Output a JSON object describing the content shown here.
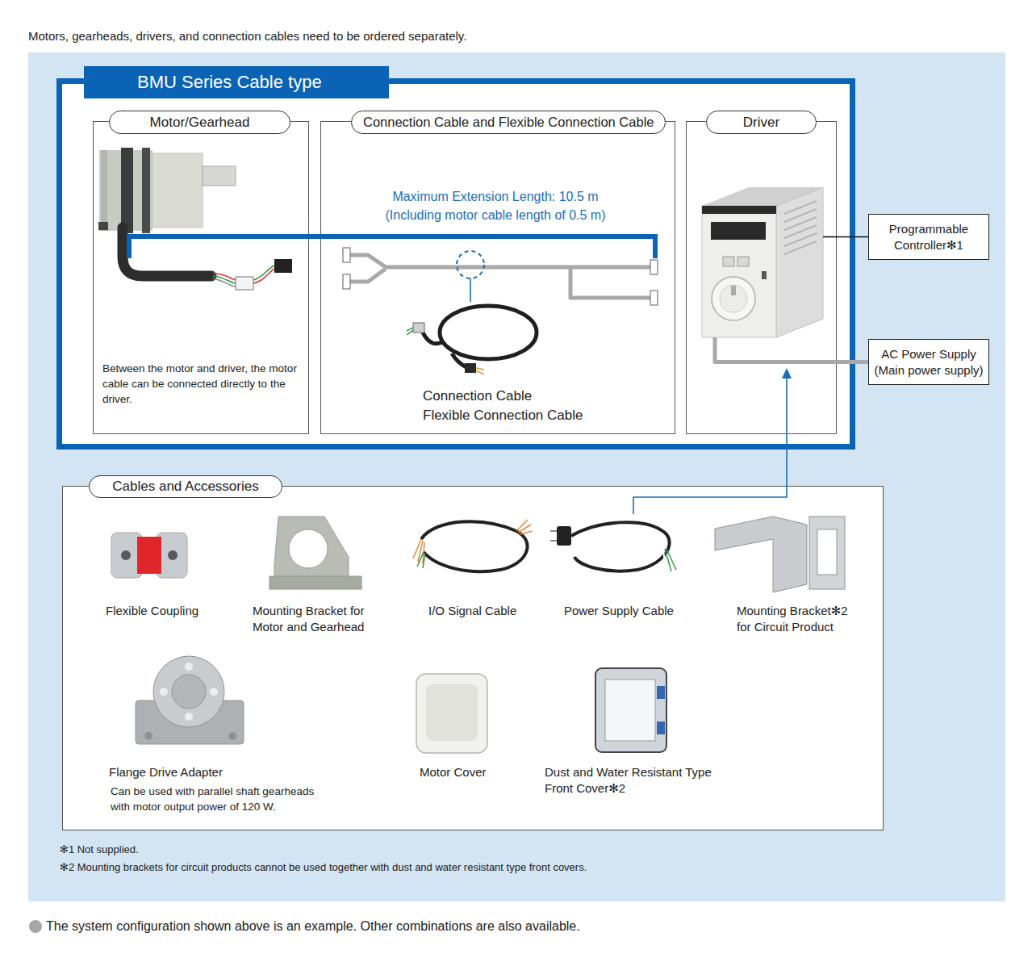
{
  "diagram": {
    "caption": "The system configuration shown above is an example. Other combinations are also available.",
    "nodes": [
      {
        "text": [
          "BMU Series Cable type"
        ]
      },
      {
        "text": [
          "Motor/Gearhead",
          "Between the motor and driver, the motor cable can be connected directly to the driver."
        ],
        "in": 0
      },
      {
        "text": [
          "Connection Cable and Flexible Connection Cable",
          "Maximum Extension Length: 10.5 m (Including motor cable length of 0.5 m)",
          "Connection Cable",
          "Flexible Connection Cable"
        ],
        "in": 0
      },
      {
        "text": [
          "Driver"
        ],
        "in": 0
      },
      {
        "text": [
          "Programmable Controller✻1"
        ]
      },
      {
        "text": [
          "AC Power Supply (Main power supply)"
        ]
      },
      {
        "text": [
          "Cables and Accessories",
          "Flexible Coupling",
          "Mounting Bracket for Motor and Gearhead",
          "I/O Signal Cable",
          "Power Supply Cable",
          "Mounting Bracket✻2 for Circuit Product",
          "Flange Drive Adapter",
          "Can be used with parallel shaft gearheads with motor output power of 120 W.",
          "Motor Cover",
          "Dust and Water Resistant Type Front Cover✻2"
        ]
      }
    ],
    "edges": [
      {
        "from": 3,
        "to": 4,
        "arrow": "none"
      },
      {
        "from": 3,
        "to": 5,
        "arrow": "none"
      }
    ],
    "labels": [
      "Motors, gearheads, drivers, and connection cables need to be ordered separately.",
      "✻1 Not supplied.",
      "✻2 Mounting brackets for circuit products cannot be used together with dust and water resistant type front covers."
    ]
  }
}
